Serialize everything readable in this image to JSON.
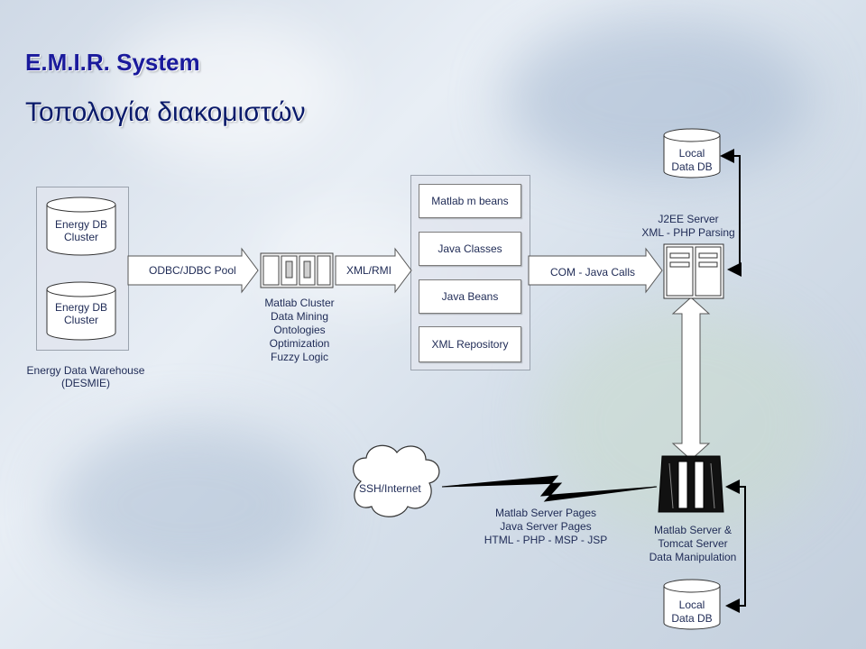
{
  "slide": {
    "title": "E.M.I.R. System",
    "subtitle": "Τοπολογία διακομιστών"
  },
  "nodes": {
    "warehouse": {
      "db1": [
        "Energy DB",
        "Cluster"
      ],
      "db2": [
        "Energy DB",
        "Cluster"
      ],
      "caption": [
        "Energy Data Warehouse",
        "(DESMIE)"
      ]
    },
    "matlab_cluster": [
      "Matlab Cluster",
      "Data Mining",
      "Ontologies",
      "Optimization",
      "Fuzzy Logic"
    ],
    "java_stack": [
      "Matlab m beans",
      "Java Classes",
      "Java Beans",
      "XML Repository"
    ],
    "j2ee": [
      "J2EE Server",
      "XML - PHP  Parsing"
    ],
    "local_db_top": [
      "Local",
      "Data DB"
    ],
    "local_db_bottom": [
      "Local",
      "Data DB"
    ],
    "cloud": "SSH/Internet",
    "web_pages": [
      "Matlab Server Pages",
      "Java Server Pages",
      "HTML - PHP - MSP - JSP"
    ],
    "matlab_server": [
      "Matlab Server &",
      "Tomcat Server",
      "Data Manipulation"
    ]
  },
  "connections": {
    "odbc": "ODBC/JDBC Pool",
    "xmlrmi": "XML/RMI",
    "com": "COM - Java Calls"
  },
  "colors": {
    "title": "#1a1a9c",
    "subtitle": "#0a1a6a",
    "text": "#1e2a55",
    "link": "#000000"
  }
}
